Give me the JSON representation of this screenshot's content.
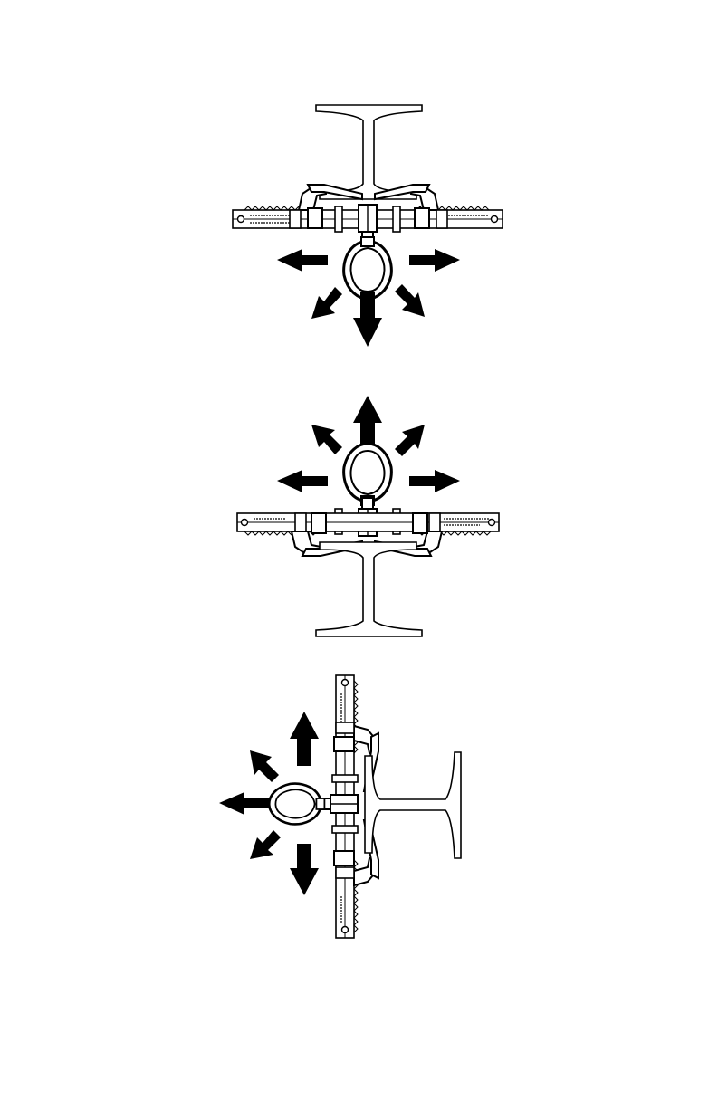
{
  "figure": {
    "panels": [
      {
        "id": "top-mount",
        "arrow_directions": [
          "left",
          "right",
          "down-left",
          "down",
          "down-right"
        ]
      },
      {
        "id": "bottom-mount",
        "arrow_directions": [
          "left",
          "right",
          "up-left",
          "up",
          "up-right"
        ]
      },
      {
        "id": "side-mount",
        "arrow_directions": [
          "left",
          "up",
          "up-left",
          "down-left",
          "down"
        ]
      }
    ],
    "colors": {
      "ink": "#000000",
      "paper": "#ffffff"
    }
  }
}
